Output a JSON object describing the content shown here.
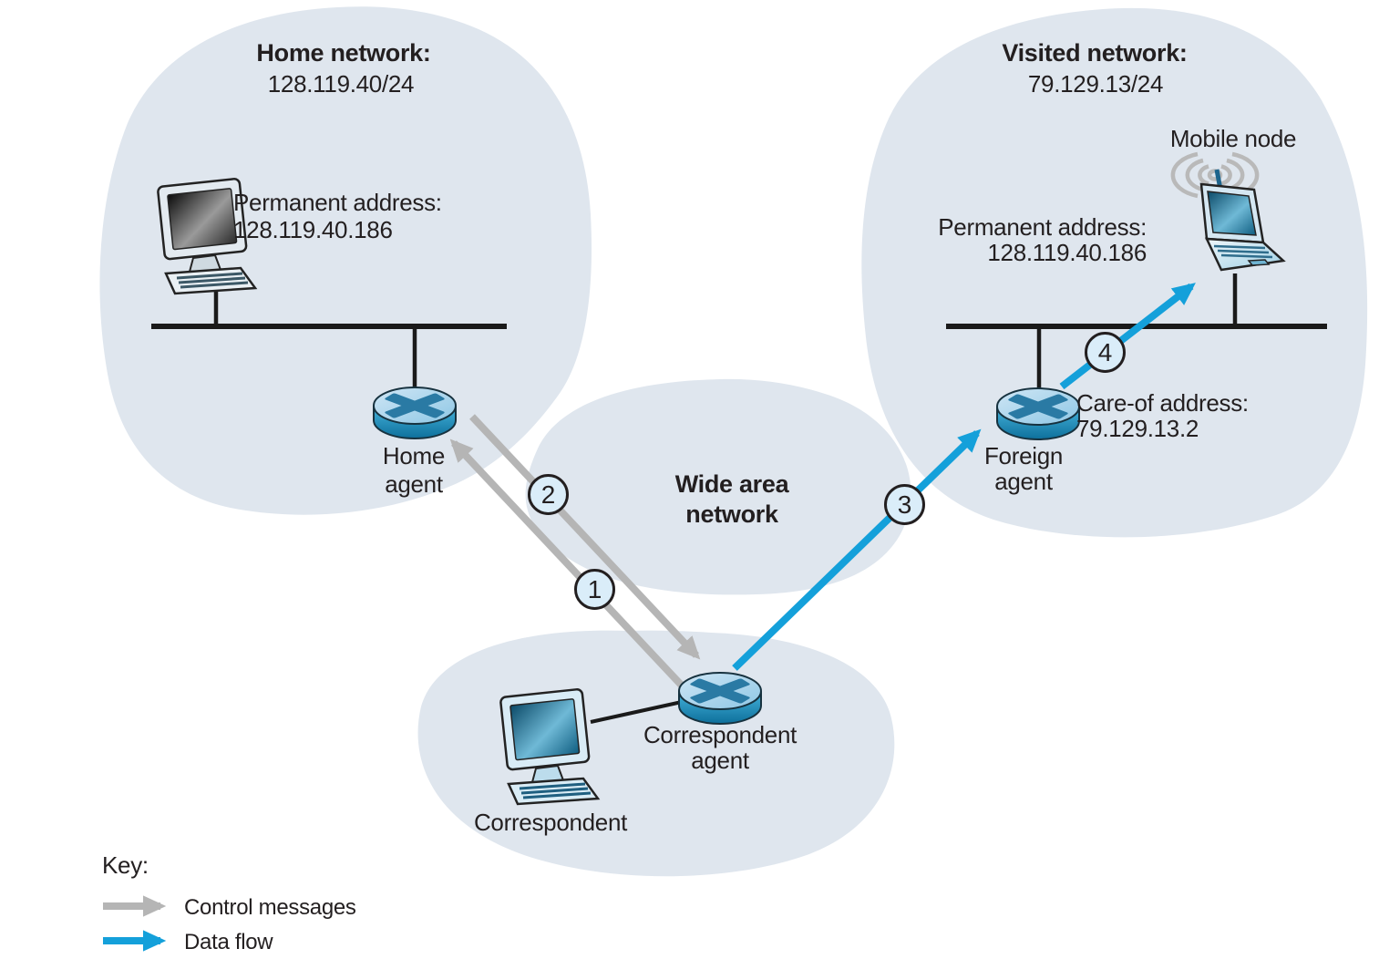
{
  "figure": {
    "home_network": {
      "title": "Home network:",
      "subnet": "128.119.40/24",
      "permanent_address": "Permanent address:\n128.119.40.186",
      "router_label": "Home\nagent"
    },
    "visited_network": {
      "title": "Visited network:",
      "subnet": "79.129.13/24",
      "mobile_node_label": "Mobile node",
      "permanent_address": "Permanent address:\n128.119.40.186",
      "care_of_address": "Care-of address:\n79.129.13.2",
      "router_label": "Foreign\nagent"
    },
    "wide_area_network": {
      "label": "Wide area\nnetwork"
    },
    "correspondent_network": {
      "host_label": "Correspondent",
      "router_label": "Correspondent\nagent"
    },
    "steps": [
      "1",
      "2",
      "3",
      "4"
    ],
    "key": {
      "title": "Key:",
      "control_label": "Control messages",
      "data_label": "Data flow"
    },
    "colors": {
      "cloud_fill": "#dfe6ee",
      "control_arrow": "#b5b5b5",
      "data_arrow": "#14a0da",
      "text": "#231f20",
      "step_circle_fill": "#daedf9",
      "bus_line": "#1a1a1a"
    }
  }
}
